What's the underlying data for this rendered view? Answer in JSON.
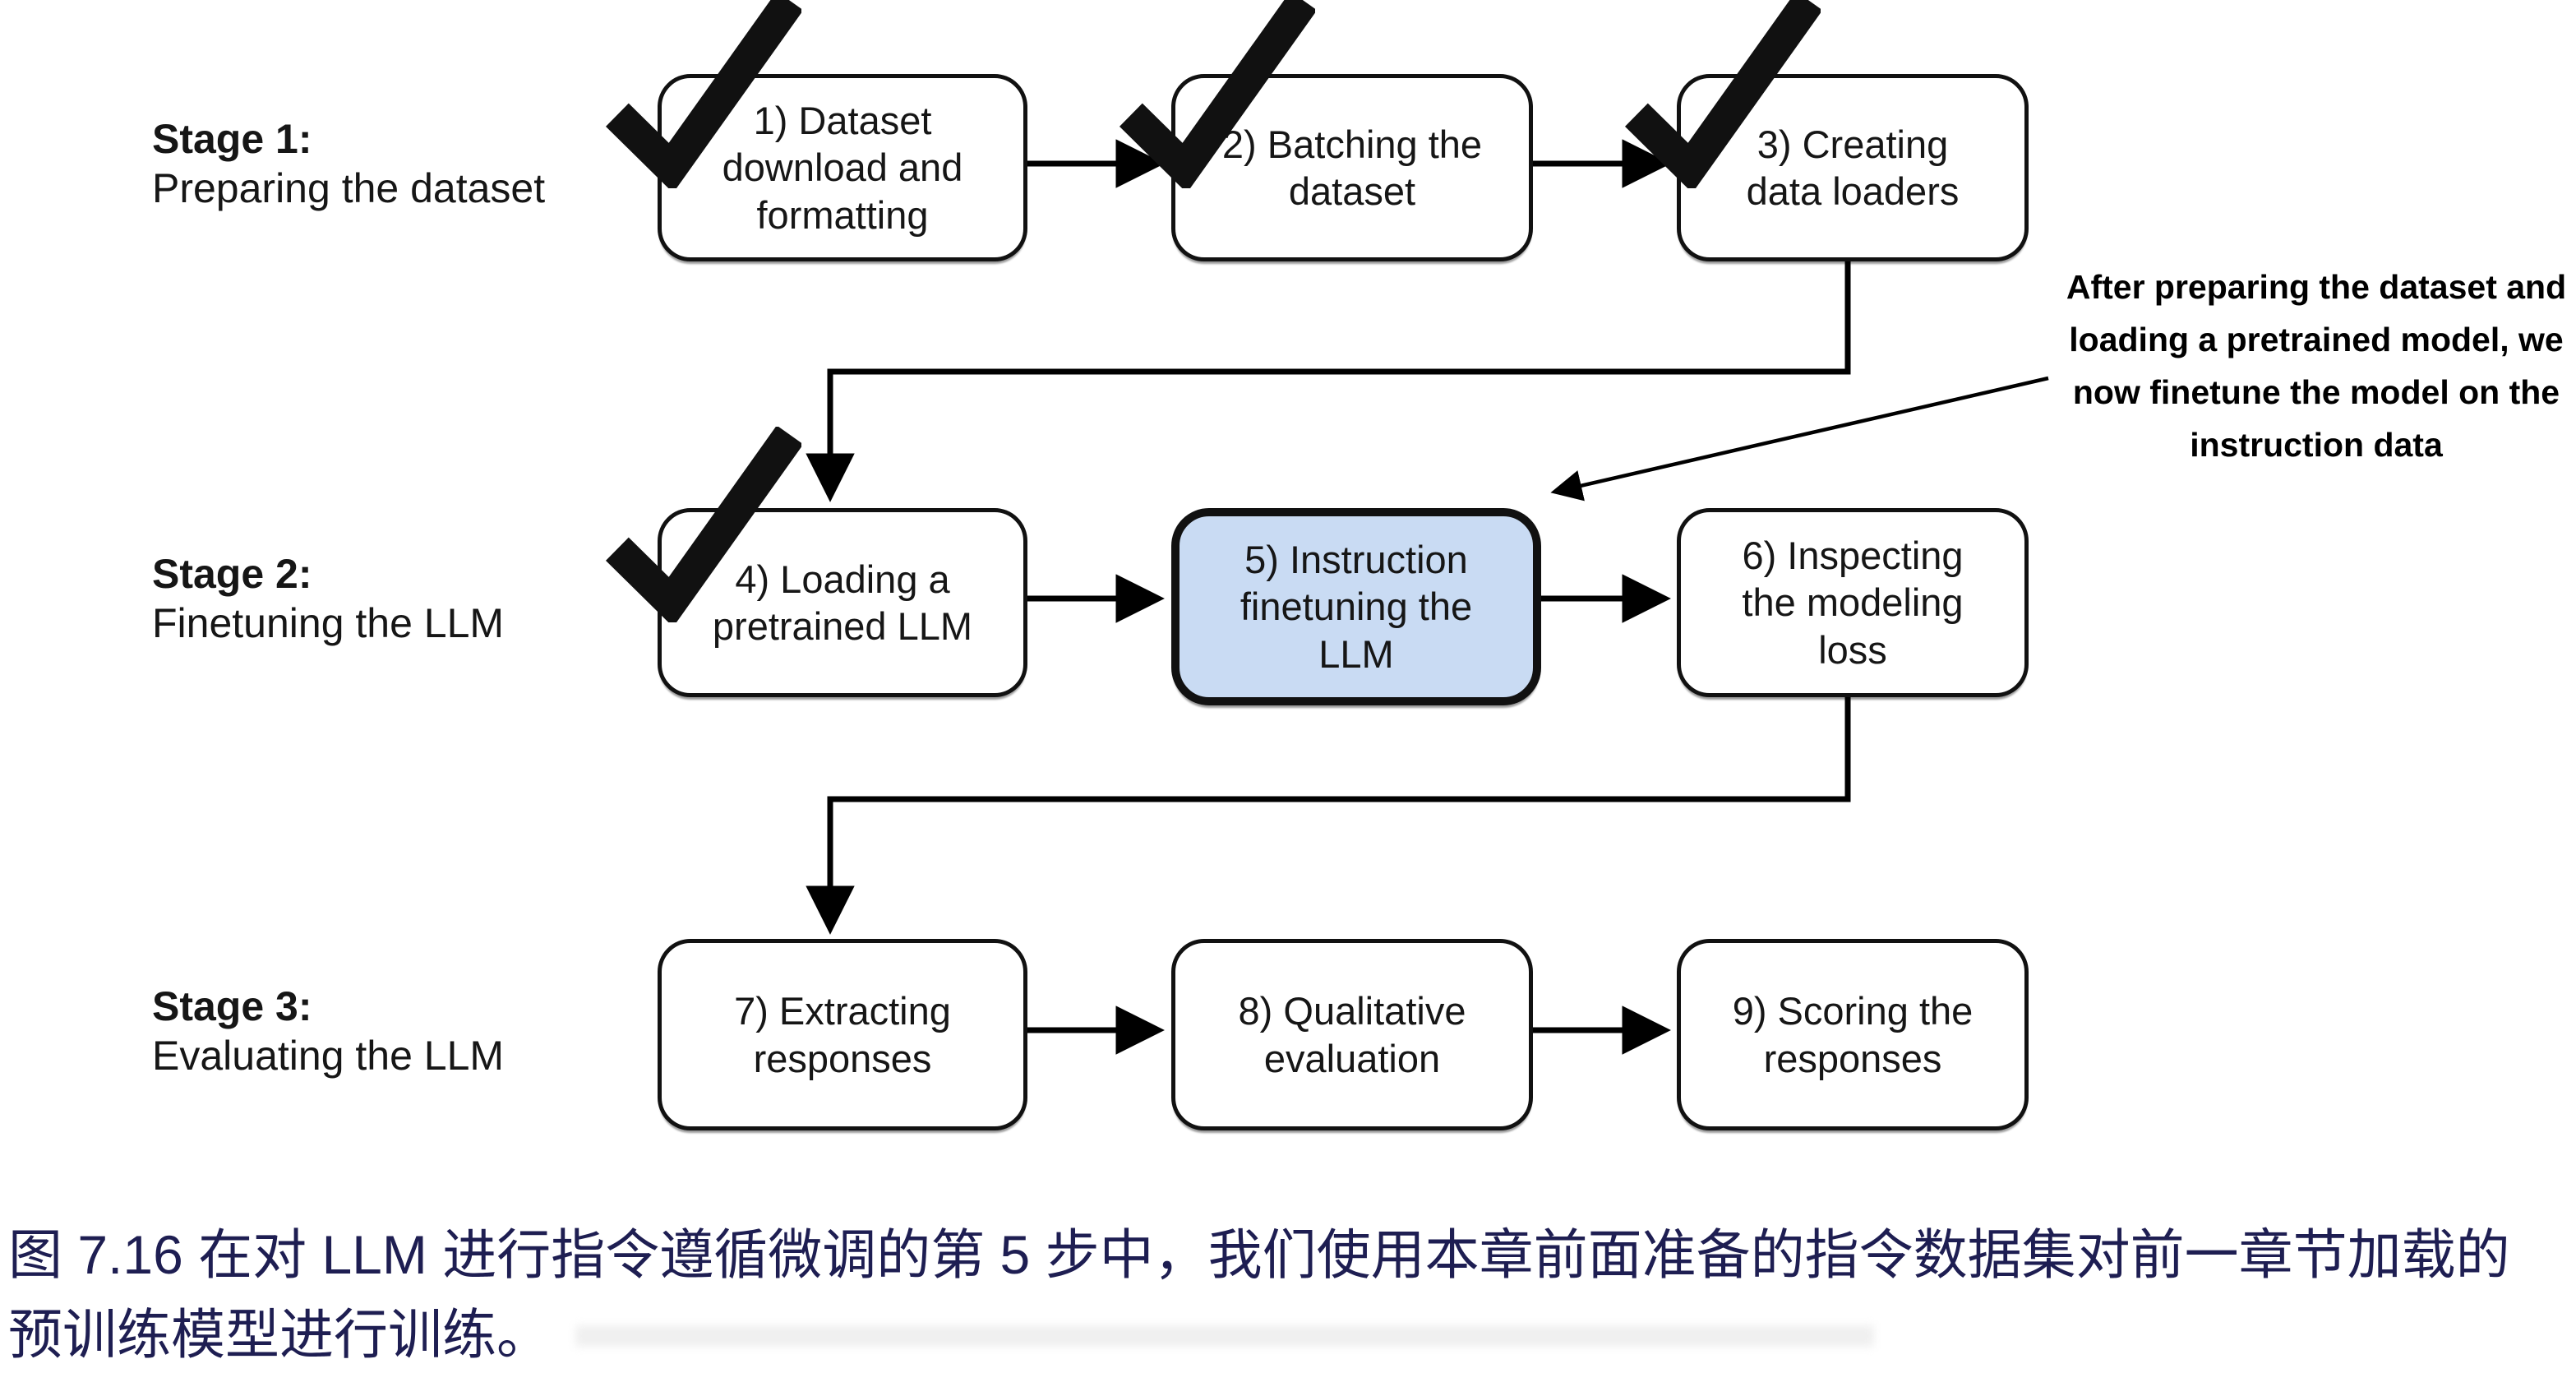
{
  "figure": {
    "stages": [
      {
        "title": "Stage 1:",
        "subtitle": "Preparing the dataset"
      },
      {
        "title": "Stage 2:",
        "subtitle": "Finetuning the LLM"
      },
      {
        "title": "Stage 3:",
        "subtitle": "Evaluating the LLM"
      }
    ],
    "boxes": [
      {
        "num": 1,
        "lines": [
          "1) Dataset",
          "download and",
          "formatting"
        ],
        "checked": true,
        "highlighted": false
      },
      {
        "num": 2,
        "lines": [
          "2) Batching the",
          "dataset"
        ],
        "checked": true,
        "highlighted": false
      },
      {
        "num": 3,
        "lines": [
          "3) Creating",
          "data loaders"
        ],
        "checked": true,
        "highlighted": false
      },
      {
        "num": 4,
        "lines": [
          "4) Loading a",
          "pretrained LLM"
        ],
        "checked": true,
        "highlighted": false
      },
      {
        "num": 5,
        "lines": [
          "5) Instruction",
          "finetuning the",
          "LLM"
        ],
        "checked": false,
        "highlighted": true
      },
      {
        "num": 6,
        "lines": [
          "6) Inspecting",
          "the modeling",
          "loss"
        ],
        "checked": false,
        "highlighted": false
      },
      {
        "num": 7,
        "lines": [
          "7) Extracting",
          "responses"
        ],
        "checked": false,
        "highlighted": false
      },
      {
        "num": 8,
        "lines": [
          "8) Qualitative",
          "evaluation"
        ],
        "checked": false,
        "highlighted": false
      },
      {
        "num": 9,
        "lines": [
          "9) Scoring the",
          "responses"
        ],
        "checked": false,
        "highlighted": false
      }
    ],
    "annotation": {
      "lines": [
        "After preparing the dataset and",
        "loading a pretrained model, we",
        "now finetune the model on the",
        "instruction data"
      ],
      "text": "After preparing the dataset and loading a pretrained model, we now finetune the model on the instruction data"
    },
    "caption": {
      "lines": [
        "图 7.16 在对 LLM 进行指令遵循微调的第 5 步中，我们使用本章前面准备的指令数据集对前一章节加载的",
        "预训练模型进行训练。"
      ],
      "text": "图 7.16 在对 LLM 进行指令遵循微调的第 5 步中，我们使用本章前面准备的指令数据集对前一章节加载的预训练模型进行训练。"
    },
    "colors": {
      "highlight_fill": "#c9dbf3",
      "box_border": "#111111",
      "caption_color": "#1e1e52",
      "line_color": "#000000"
    }
  }
}
